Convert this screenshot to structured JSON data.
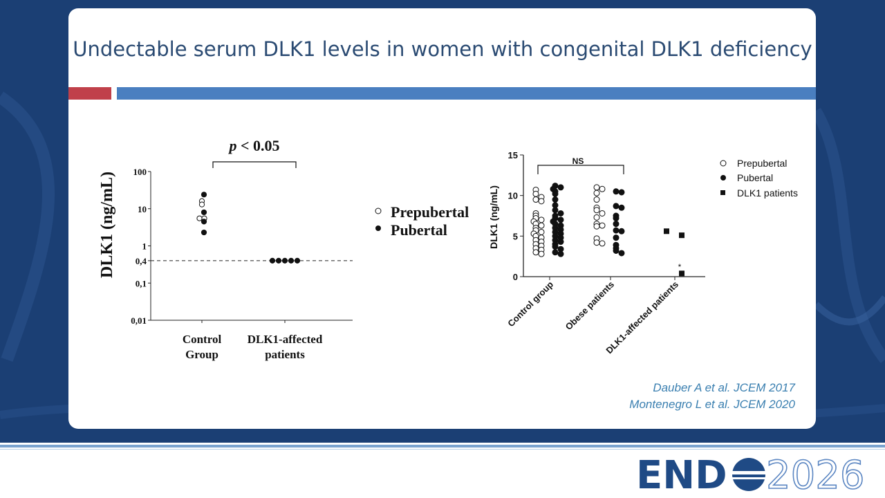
{
  "slide": {
    "title": "Undectable serum DLK1 levels in women with congenital DLK1 deficiency",
    "citations": [
      "Dauber A et al. JCEM 2017",
      "Montenegro L et al. JCEM 2020"
    ],
    "logo": {
      "text_left": "END",
      "text_right": "2026"
    },
    "colors": {
      "background": "#1b3f74",
      "accent_red": "#c0404a",
      "accent_blue": "#4a7fc0",
      "title": "#2a4a72",
      "citation": "#3a7fb0"
    }
  },
  "chart_data": [
    {
      "type": "scatter",
      "title": "",
      "ylabel": "DLK1 (ng/mL)",
      "yscale": "log",
      "ylim": [
        0.01,
        100
      ],
      "yticks": [
        {
          "label": "100",
          "value": 100
        },
        {
          "label": "10",
          "value": 10
        },
        {
          "label": "1",
          "value": 1
        },
        {
          "label": "0,4",
          "value": 0.4
        },
        {
          "label": "0,1",
          "value": 0.1
        },
        {
          "label": "0,01",
          "value": 0.01
        }
      ],
      "categories": [
        "Control Group",
        "DLK1-affected patients"
      ],
      "category_labels": [
        [
          "Control",
          "Group"
        ],
        [
          "DLK1-affected",
          "patients"
        ]
      ],
      "reference_line": 0.4,
      "annotation": "p < 0.05",
      "annotation_p": "p",
      "annotation_rest": " < 0.05",
      "legend": [
        "Prepubertal",
        "Pubertal"
      ],
      "legend_placement": "right",
      "series": [
        {
          "name": "Prepubertal",
          "marker": "open-circle",
          "points": [
            [
              0,
              16
            ],
            [
              0,
              13
            ],
            [
              0,
              5.5
            ],
            [
              0,
              5.5
            ]
          ]
        },
        {
          "name": "Pubertal",
          "marker": "filled-circle",
          "points": [
            [
              0,
              24
            ],
            [
              0,
              8
            ],
            [
              0,
              4.5
            ],
            [
              0,
              2.3
            ],
            [
              1,
              0.4
            ],
            [
              1,
              0.4
            ],
            [
              1,
              0.4
            ],
            [
              1,
              0.4
            ],
            [
              1,
              0.4
            ]
          ]
        }
      ]
    },
    {
      "type": "scatter",
      "title": "",
      "ylabel": "DLK1 (ng/mL)",
      "ylim": [
        0,
        15
      ],
      "yticks": [
        0,
        5,
        10,
        15
      ],
      "categories": [
        "Control group",
        "Obese patients",
        "DLK1-affected patients"
      ],
      "annotation": "NS",
      "asterisk": "*",
      "legend": [
        "Prepubertal",
        "Pubertal",
        "DLK1 patients"
      ],
      "legend_placement": "right",
      "series": [
        {
          "name": "Prepubertal",
          "marker": "open-circle",
          "points": [
            [
              0,
              10.7
            ],
            [
              0,
              10.2
            ],
            [
              0,
              9.8
            ],
            [
              0,
              9.5
            ],
            [
              0,
              9.3
            ],
            [
              0,
              7.8
            ],
            [
              0,
              7.5
            ],
            [
              0,
              7.2
            ],
            [
              0,
              7.0
            ],
            [
              0,
              6.8
            ],
            [
              0,
              6.5
            ],
            [
              0,
              6.3
            ],
            [
              0,
              6.0
            ],
            [
              0,
              5.7
            ],
            [
              0,
              5.5
            ],
            [
              0,
              5.3
            ],
            [
              0,
              5.0
            ],
            [
              0,
              4.8
            ],
            [
              0,
              4.5
            ],
            [
              0,
              4.3
            ],
            [
              0,
              4.0
            ],
            [
              0,
              3.8
            ],
            [
              0,
              3.5
            ],
            [
              0,
              3.3
            ],
            [
              0,
              3.0
            ],
            [
              0,
              2.8
            ],
            [
              1,
              11.0
            ],
            [
              1,
              10.8
            ],
            [
              1,
              10.3
            ],
            [
              1,
              9.5
            ],
            [
              1,
              8.5
            ],
            [
              1,
              8.2
            ],
            [
              1,
              7.8
            ],
            [
              1,
              7.3
            ],
            [
              1,
              6.5
            ],
            [
              1,
              6.3
            ],
            [
              1,
              6.2
            ],
            [
              1,
              4.7
            ],
            [
              1,
              4.2
            ],
            [
              1,
              4.1
            ]
          ]
        },
        {
          "name": "Pubertal",
          "marker": "filled-circle",
          "points": [
            [
              0,
              11.2
            ],
            [
              0,
              11.0
            ],
            [
              0,
              10.8
            ],
            [
              0,
              10.5
            ],
            [
              0,
              10.2
            ],
            [
              0,
              9.5
            ],
            [
              0,
              8.8
            ],
            [
              0,
              8.2
            ],
            [
              0,
              7.8
            ],
            [
              0,
              7.5
            ],
            [
              0,
              7.2
            ],
            [
              0,
              7.0
            ],
            [
              0,
              6.8
            ],
            [
              0,
              6.5
            ],
            [
              0,
              6.3
            ],
            [
              0,
              6.0
            ],
            [
              0,
              5.8
            ],
            [
              0,
              5.5
            ],
            [
              0,
              5.3
            ],
            [
              0,
              5.0
            ],
            [
              0,
              4.8
            ],
            [
              0,
              4.5
            ],
            [
              0,
              4.3
            ],
            [
              0,
              4.0
            ],
            [
              0,
              3.7
            ],
            [
              0,
              3.4
            ],
            [
              0,
              3.0
            ],
            [
              0,
              2.8
            ],
            [
              1,
              10.5
            ],
            [
              1,
              10.4
            ],
            [
              1,
              8.7
            ],
            [
              1,
              8.5
            ],
            [
              1,
              7.5
            ],
            [
              1,
              7.2
            ],
            [
              1,
              6.5
            ],
            [
              1,
              5.7
            ],
            [
              1,
              5.6
            ],
            [
              1,
              4.8
            ],
            [
              1,
              3.9
            ],
            [
              1,
              3.5
            ],
            [
              1,
              3.2
            ],
            [
              1,
              2.9
            ]
          ]
        },
        {
          "name": "DLK1 patients",
          "marker": "filled-square",
          "points": [
            [
              2,
              5.6
            ],
            [
              2,
              5.1
            ],
            [
              2,
              0.4
            ]
          ]
        }
      ]
    }
  ]
}
